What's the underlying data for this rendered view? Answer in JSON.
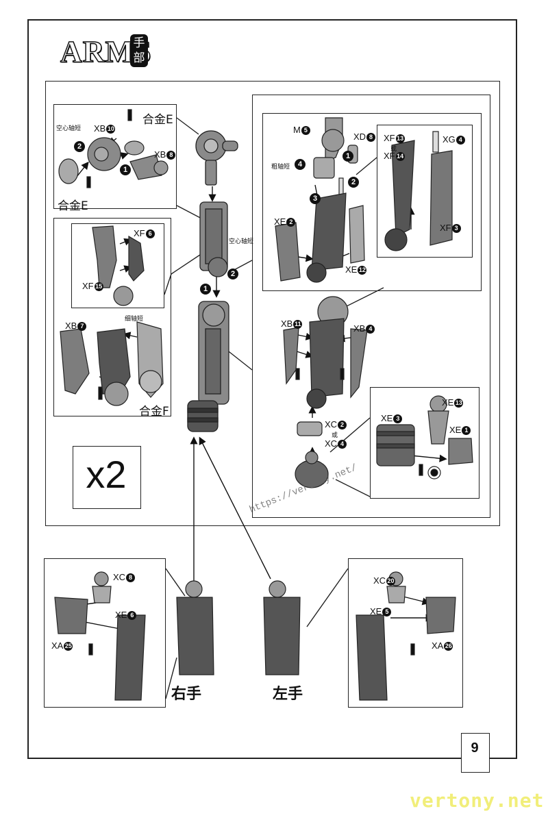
{
  "header": {
    "title": "ARMS",
    "subtitle_line1": "手",
    "subtitle_line2": "部"
  },
  "labels": {
    "alloy_e": "合金E",
    "alloy_f": "合金F",
    "hollow_shaft_short": "空心轴短",
    "thick_shaft_short": "粗轴短",
    "thin_shaft_short": "细轴短",
    "or": "或"
  },
  "parts": {
    "xb10": "XB",
    "xb8": "XB",
    "xb7": "XB",
    "xb11": "XB",
    "xb4": "XB",
    "xf6": "XF",
    "xf15": "XF",
    "xf13": "XF",
    "xf14": "XF",
    "xf3": "XF",
    "xg4": "XG",
    "m5": "M",
    "xd8": "XD",
    "xe2": "XE",
    "xe12": "XE",
    "xe13": "XE",
    "xe3": "XE",
    "xe1": "XE",
    "xc2": "XC",
    "xc4": "XC",
    "xc8": "XC",
    "xe6": "XE",
    "xa25": "XA",
    "xc20": "XC",
    "xe5": "XE",
    "xa26": "XA"
  },
  "part_numbers": {
    "xb10": "10",
    "xb8": "8",
    "xb7": "7",
    "xb11": "11",
    "xb4": "4",
    "xf6": "6",
    "xf15": "15",
    "xf13": "13",
    "xf14": "14",
    "xf3": "3",
    "xg4": "4",
    "m5": "5",
    "xd8": "8",
    "xe2": "2",
    "xe12": "12",
    "xe13": "13",
    "xe3": "3",
    "xe1": "1",
    "xc2": "2",
    "xc4": "4",
    "xc8": "8",
    "xe6": "6",
    "xa25": "25",
    "xc20": "20",
    "xe5": "5",
    "xa26": "26"
  },
  "steps": {
    "s1": "1",
    "s2": "2",
    "s3": "3",
    "s4": "4"
  },
  "quantity": "x2",
  "hands": {
    "right": "右手",
    "left": "左手"
  },
  "watermark": "https://vertony.net/",
  "brand": "vertony.net",
  "page_number": "9"
}
